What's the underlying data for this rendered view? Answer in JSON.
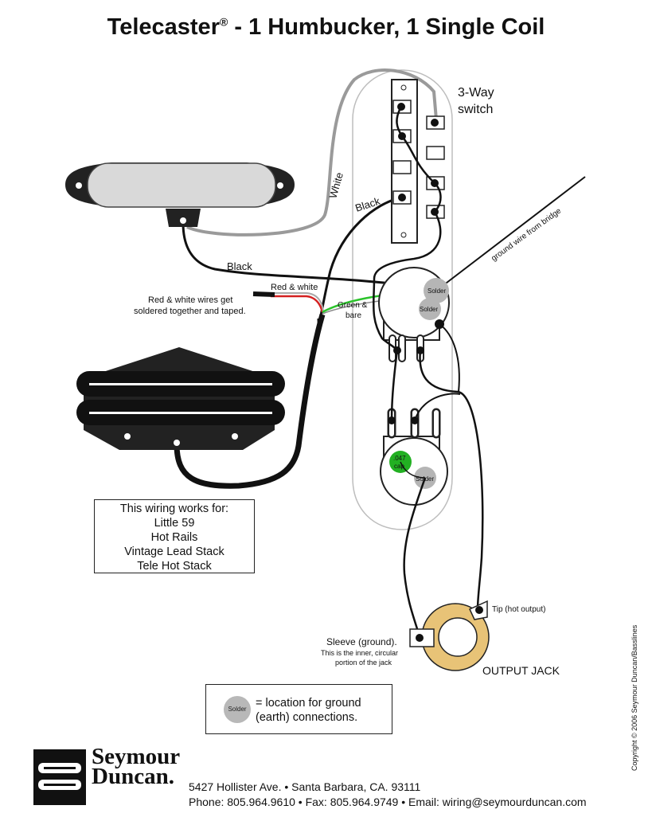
{
  "title": "Telecaster",
  "title_reg": "®",
  "title_rest": " - 1 Humbucker, 1 Single Coil",
  "labels": {
    "switch_line1": "3-Way",
    "switch_line2": "switch",
    "white": "White",
    "black_upper": "Black",
    "black_lower": "Black",
    "red_white": "Red & white",
    "red_white_note_1": "Red & white wires get",
    "red_white_note_2": "soldered together and taped.",
    "green_bare_1": "Green &",
    "green_bare_2": "bare",
    "ground_bridge": "ground wire from bridge",
    "solder": "Solder",
    "cap_1": ".047",
    "cap_2": "cap",
    "tip": "Tip (hot output)",
    "sleeve_1": "Sleeve (ground).",
    "sleeve_2": "This is the inner, circular",
    "sleeve_3": "portion of the jack",
    "output_jack": "OUTPUT JACK"
  },
  "works_box": {
    "heading": "This wiring works for:",
    "items": [
      "Little 59",
      "Hot Rails",
      "Vintage Lead Stack",
      "Tele Hot Stack"
    ]
  },
  "legend": {
    "swatch": "Solder",
    "line1": "= location for ground",
    "line2": "(earth) connections."
  },
  "footer": {
    "brand_line1": "Seymour",
    "brand_line2": "Duncan.",
    "address": "5427 Hollister Ave.  •  Santa Barbara, CA. 93111",
    "contact": "Phone: 805.964.9610  •  Fax: 805.964.9749  •  Email: wiring@seymourduncan.com",
    "copyright": "Copyright © 2006 Seymour Duncan/Basslines"
  },
  "colors": {
    "wire_black": "#111111",
    "wire_white": "#9a9a9a",
    "wire_red": "#d42020",
    "wire_green": "#2bc32b",
    "solder": "#b5b5b5",
    "cap": "#22b022",
    "jack_ring": "#e8c377"
  }
}
